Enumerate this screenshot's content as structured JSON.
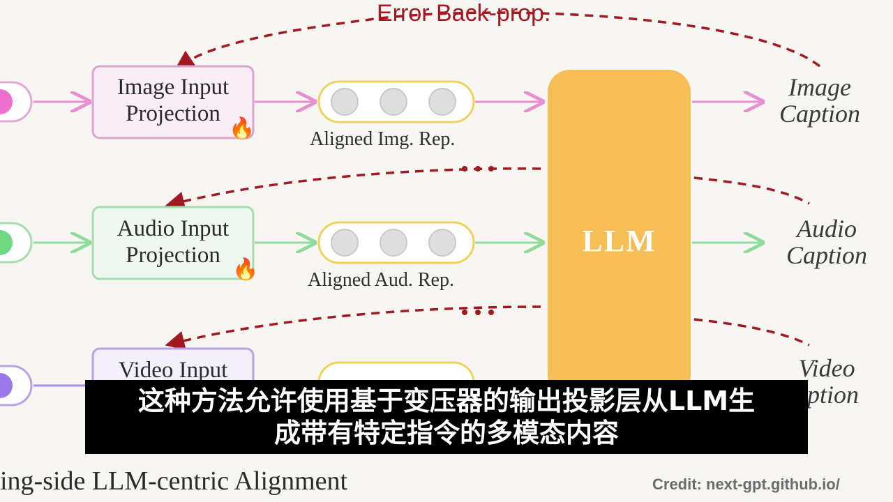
{
  "diagram": {
    "error_label": "Error Back-prop.",
    "llm_label": "LLM",
    "rows": [
      {
        "id": "image",
        "projection_line1": "Image Input",
        "projection_line2": "Projection",
        "rep_label": "Aligned Img. Rep.",
        "caption_line1": "Image",
        "caption_line2": "Caption",
        "color": "#e78fd0",
        "dot_color": "#ee6fcf",
        "box_border": "#dca3cf",
        "box_fill": "#f9eef6"
      },
      {
        "id": "audio",
        "projection_line1": "Audio Input",
        "projection_line2": "Projection",
        "rep_label": "Aligned Aud. Rep.",
        "caption_line1": "Audio",
        "caption_line2": "Caption",
        "color": "#8fdc9a",
        "dot_color": "#6fd883",
        "box_border": "#a6dcae",
        "box_fill": "#eff8f0"
      },
      {
        "id": "video",
        "projection_line1": "Video Input",
        "projection_line2": "",
        "rep_label": "",
        "caption_line1": "Video",
        "caption_line2": "aption",
        "color": "#a88ee6",
        "dot_color": "#9a78ec",
        "box_border": "#b7a2e6",
        "box_fill": "#f3effb"
      }
    ],
    "llm_color": "#f7bd57",
    "rep_border": "#efd25a",
    "rep_circle": "#dedede",
    "error_color": "#a11a22",
    "fire_icon": "fire-icon"
  },
  "bottom_title": "ing-side LLM-centric Alignment",
  "credit": "Credit: next-gpt.github.io/",
  "subtitle": {
    "line1": "这种方法允许使用基于变压器的输出投影层从LLM生",
    "line2": "成带有特定指令的多模态内容"
  }
}
